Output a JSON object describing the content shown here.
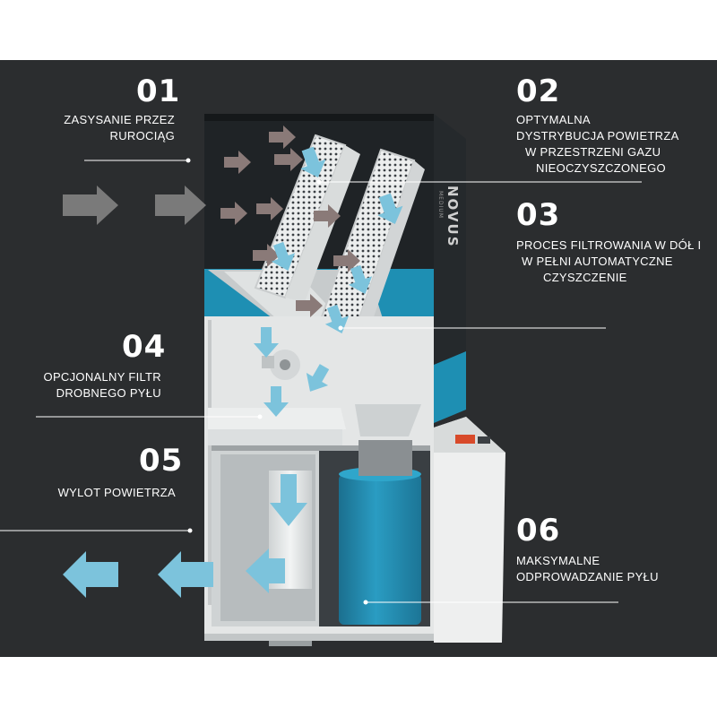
{
  "brand": {
    "name": "NOVUS",
    "sub": "MEDIUM"
  },
  "steps": [
    {
      "number": "01",
      "lines": [
        "ZASYSANIE PRZEZ",
        "RUROCIĄG"
      ]
    },
    {
      "number": "02",
      "lines": [
        "OPTYMALNA",
        "DYSTRYBUCJA POWIETRZA",
        "W PRZESTRZENI GAZU",
        "NIEOCZYSZCZONEGO"
      ]
    },
    {
      "number": "03",
      "lines": [
        "PROCES FILTROWANIA W DÓŁ I",
        "W PEŁNI AUTOMATYCZNE",
        "CZYSZCZENIE"
      ]
    },
    {
      "number": "04",
      "lines": [
        "OPCJONALNY FILTR",
        "DROBNEGO PYŁU"
      ]
    },
    {
      "number": "05",
      "lines": [
        "WYLOT POWIETRZA"
      ]
    },
    {
      "number": "06",
      "lines": [
        "MAKSYMALNE",
        "ODPROWADZANIE PYŁU"
      ]
    }
  ],
  "colors": {
    "background": "#2b2d2f",
    "accent_blue": "#1e8fb3",
    "clean_air_arrow": "#7cc3dc",
    "dirty_air_arrow": "#8a7a78",
    "intake_arrow": "#7a7a7a",
    "housing_dark": "#1f2326",
    "housing_light": "#e4e6e6"
  }
}
